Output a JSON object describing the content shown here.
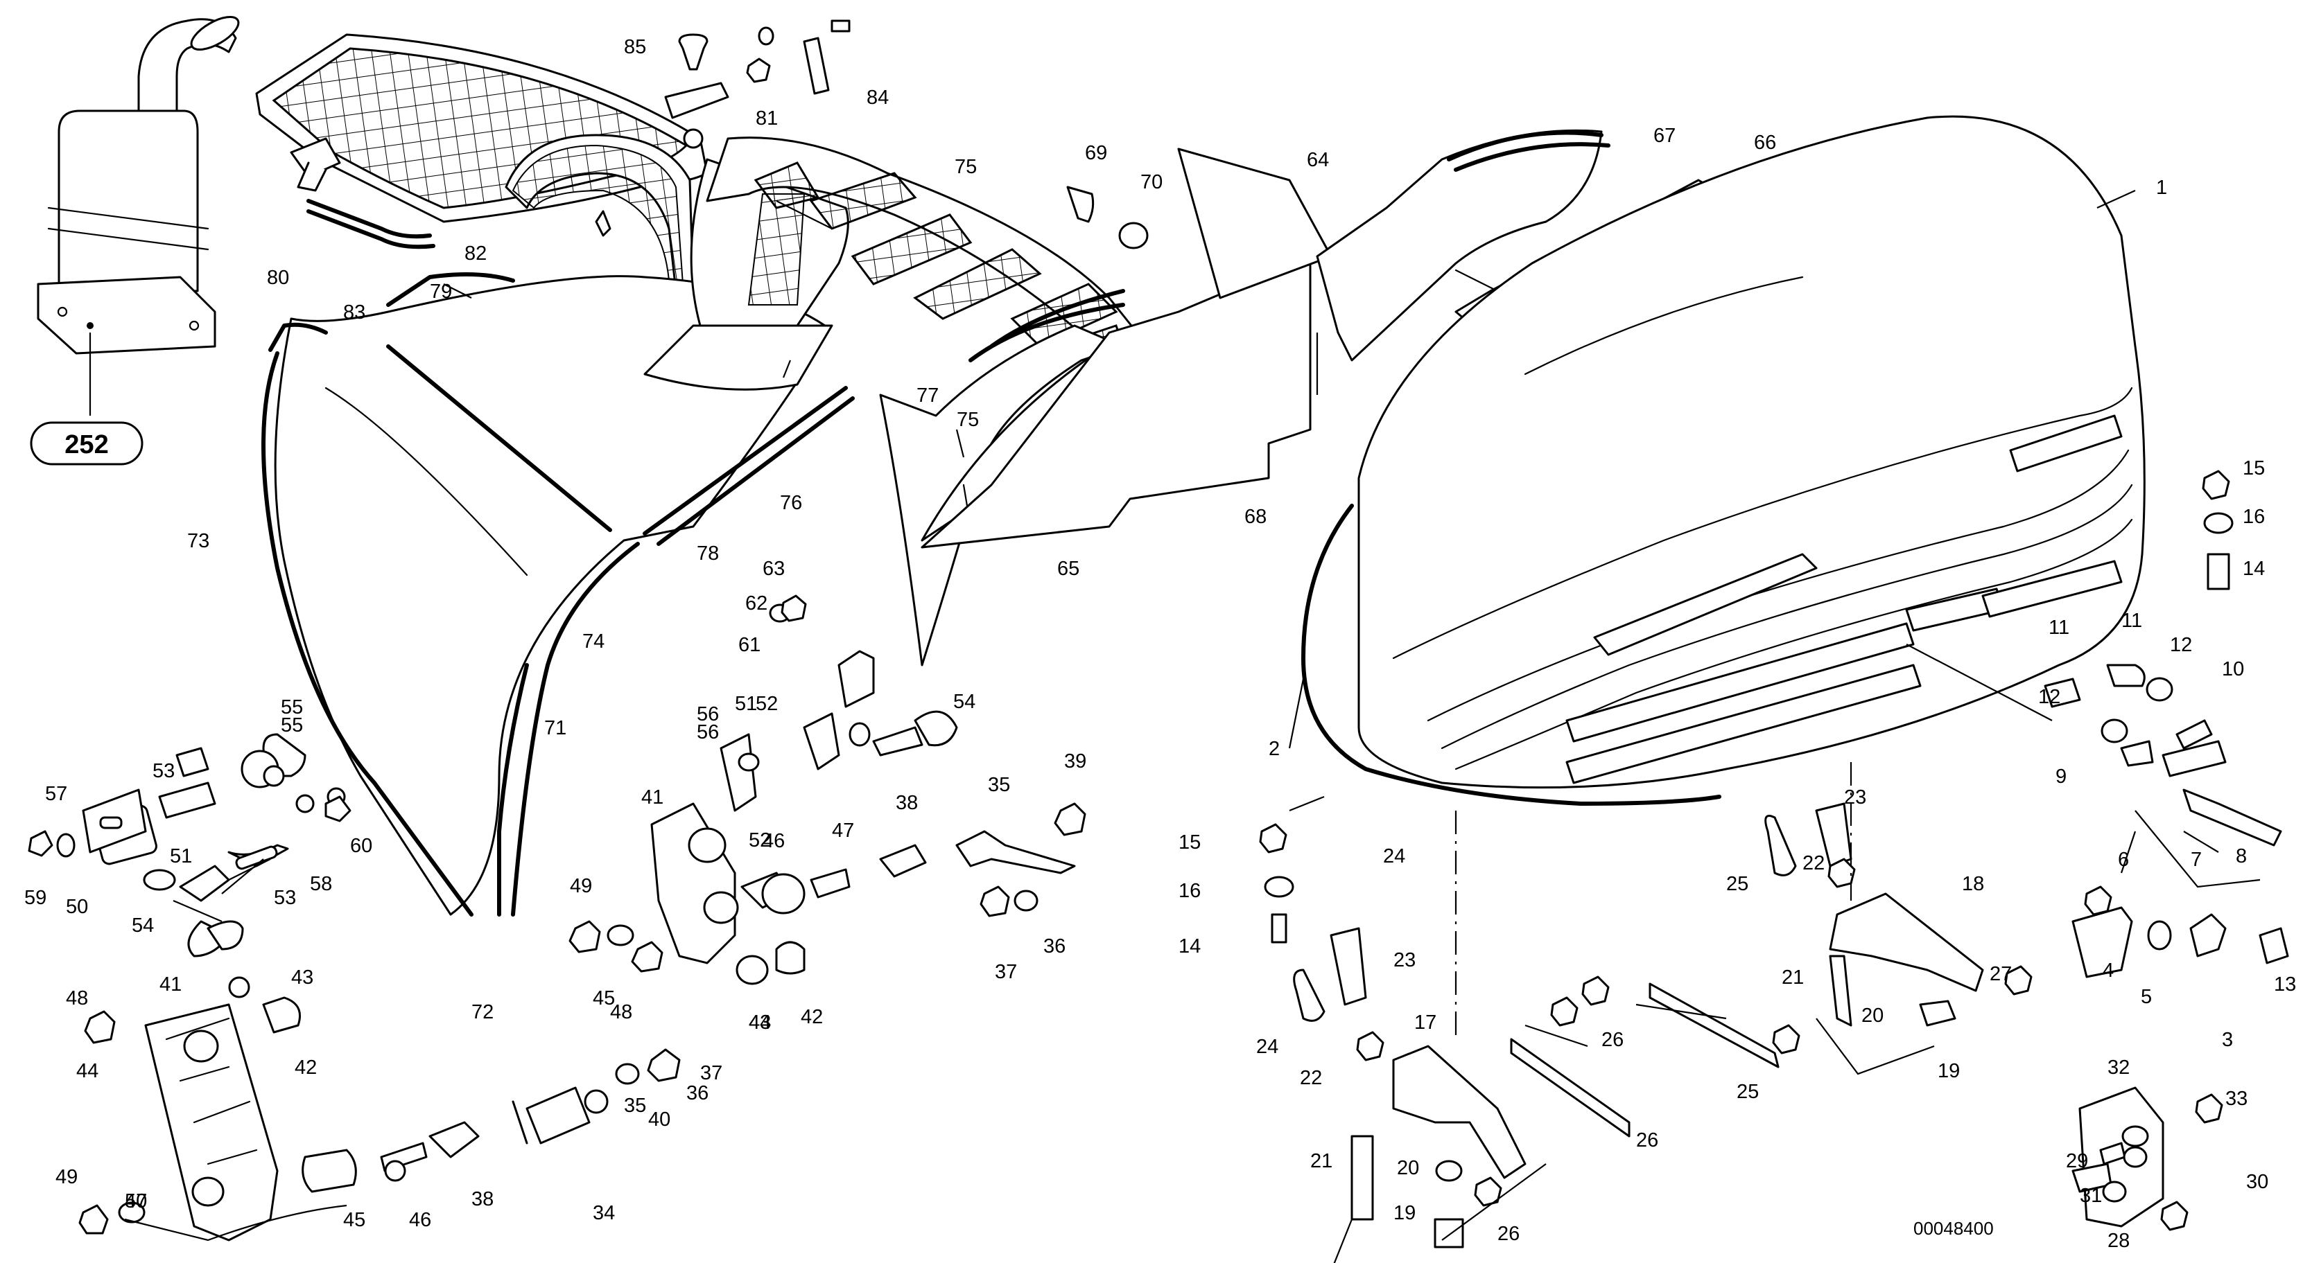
{
  "diagram": {
    "type": "exploded-parts-view",
    "document_number": "00048400",
    "reference_badge": "252",
    "callouts": [
      "1",
      "2",
      "3",
      "4",
      "5",
      "6",
      "7",
      "8",
      "9",
      "10",
      "11",
      "11",
      "12",
      "12",
      "13",
      "14",
      "14",
      "15",
      "15",
      "16",
      "16",
      "17",
      "18",
      "19",
      "19",
      "20",
      "20",
      "21",
      "21",
      "22",
      "22",
      "23",
      "23",
      "24",
      "24",
      "25",
      "25",
      "26",
      "26",
      "26",
      "27",
      "28",
      "29",
      "30",
      "31",
      "32",
      "33",
      "34",
      "35",
      "35",
      "36",
      "36",
      "37",
      "37",
      "38",
      "38",
      "39",
      "40",
      "41",
      "41",
      "42",
      "42",
      "43",
      "43",
      "44",
      "44",
      "45",
      "45",
      "46",
      "46",
      "47",
      "47",
      "48",
      "48",
      "49",
      "49",
      "50",
      "50",
      "51",
      "51",
      "52",
      "52",
      "53",
      "53",
      "54",
      "54",
      "55",
      "55",
      "56",
      "56",
      "57",
      "58",
      "59",
      "60",
      "61",
      "62",
      "63",
      "64",
      "65",
      "66",
      "67",
      "68",
      "69",
      "70",
      "71",
      "72",
      "73",
      "74",
      "75",
      "75",
      "76",
      "77",
      "78",
      "79",
      "80",
      "81",
      "82",
      "83",
      "84",
      "85"
    ]
  }
}
